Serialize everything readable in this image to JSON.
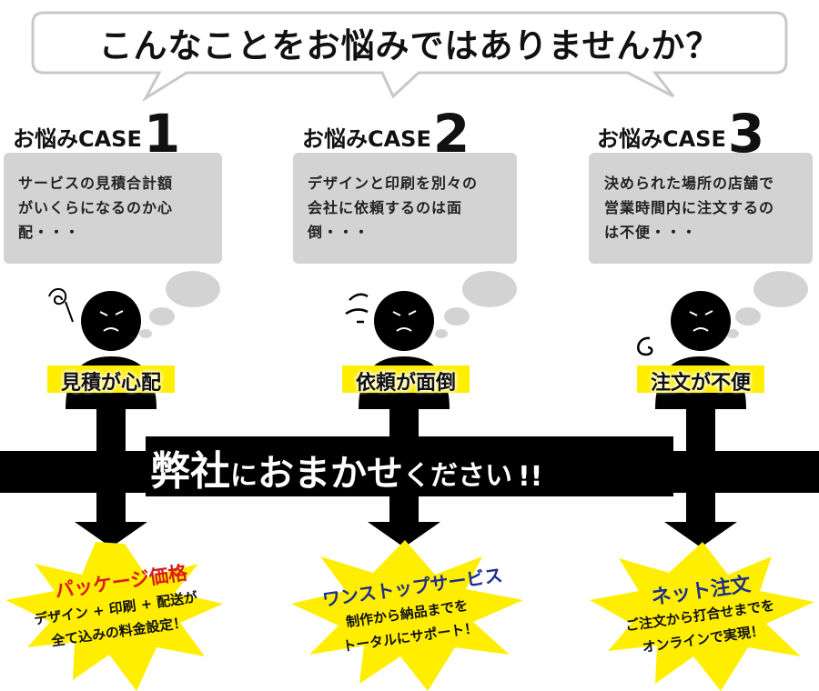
{
  "headline": "こんなことをお悩みではありませんか？",
  "cases": [
    {
      "label": "お悩みCASE",
      "number": "1",
      "lines": [
        "サービスの見積合計額",
        "がいくらになるのか心",
        "配・・・"
      ],
      "worry": "見積が心配"
    },
    {
      "label": "お悩みCASE",
      "number": "2",
      "lines": [
        "デザインと印刷を別々の",
        "会社に依頼するのは面",
        "倒・・・"
      ],
      "worry": "依頼が面倒"
    },
    {
      "label": "お悩みCASE",
      "number": "3",
      "lines": [
        "決められた場所の店舗で",
        "営業時間内に注文するの",
        "は不便・・・"
      ],
      "worry": "注文が不便"
    }
  ],
  "band": {
    "part1": "弊社",
    "part2": "に",
    "part3": "おまかせ",
    "part4": "ください",
    "part5": "!!"
  },
  "solutions": [
    {
      "title": "パッケージ価格",
      "title_color": "#d81b1b",
      "lines": [
        "デザイン + 印刷 + 配送が",
        "全て込みの料金設定！"
      ]
    },
    {
      "title": "ワンストップサービス",
      "title_color": "#1e2f8a",
      "lines": [
        "制作から納品までを",
        "トータルにサポート！"
      ]
    },
    {
      "title": "ネット注文",
      "title_color": "#1e2f8a",
      "lines": [
        "ご注文から打合せまでを",
        "オンラインで実現！"
      ]
    }
  ],
  "colors": {
    "bubble": "#d3d3d3",
    "yellow": "#ffee00",
    "band": "#000000"
  }
}
